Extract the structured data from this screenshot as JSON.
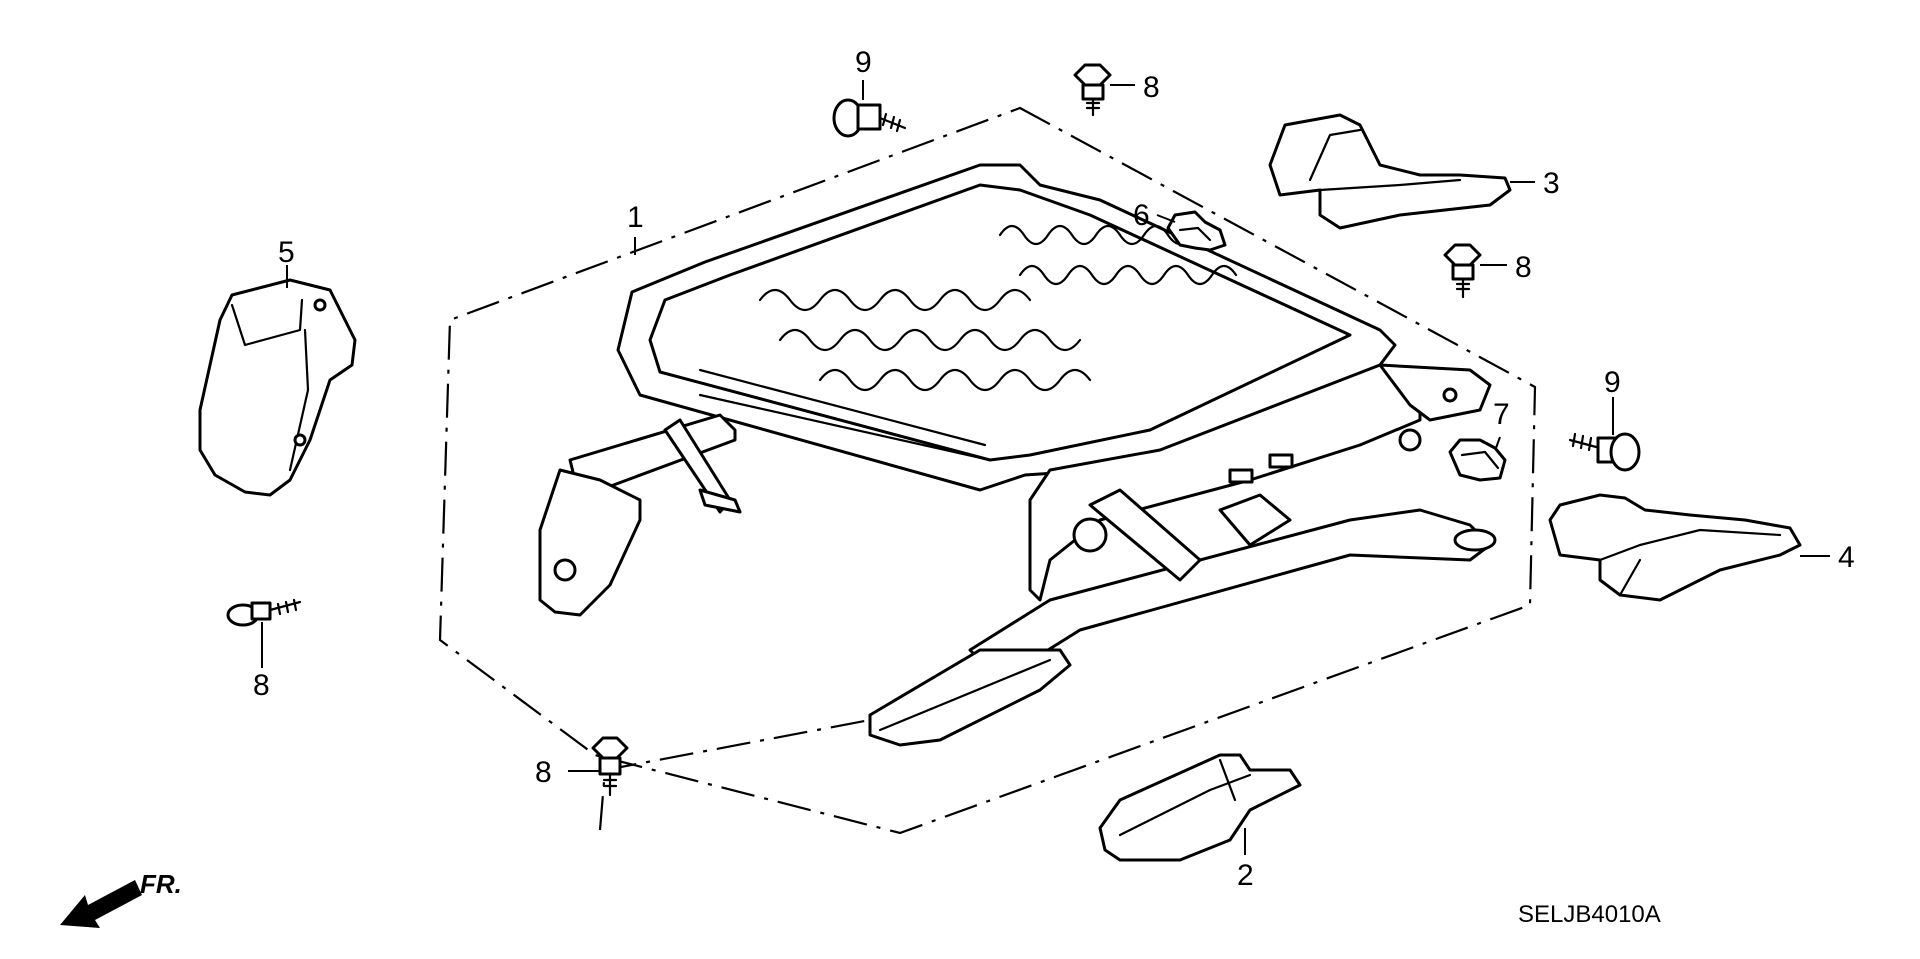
{
  "diagram": {
    "code": "SELJB4010A",
    "direction_label": "FR.",
    "callouts": {
      "c1": "1",
      "c2": "2",
      "c3": "3",
      "c4": "4",
      "c5": "5",
      "c6": "6",
      "c7": "7",
      "c8a": "8",
      "c8b": "8",
      "c8c": "8",
      "c8d": "8",
      "c9a": "9",
      "c9b": "9"
    }
  }
}
